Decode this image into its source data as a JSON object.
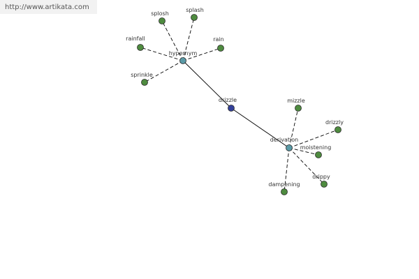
{
  "watermark": {
    "url": "http://www.artikata.com"
  },
  "colors": {
    "leaf": "#4e8b3f",
    "relation": "#5a9aa6",
    "center": "#33409a",
    "stroke": "#2a2a2a",
    "edge": "#000000"
  },
  "graph": {
    "center": "drizzle",
    "hubs": [
      "hypernym",
      "derivation"
    ],
    "leaves": {
      "hypernym": [
        "splosh",
        "splash",
        "rainfall",
        "rain",
        "sprinkle"
      ],
      "derivation": [
        "mizzle",
        "drizzly",
        "moistening",
        "drippy",
        "dampening"
      ]
    }
  }
}
